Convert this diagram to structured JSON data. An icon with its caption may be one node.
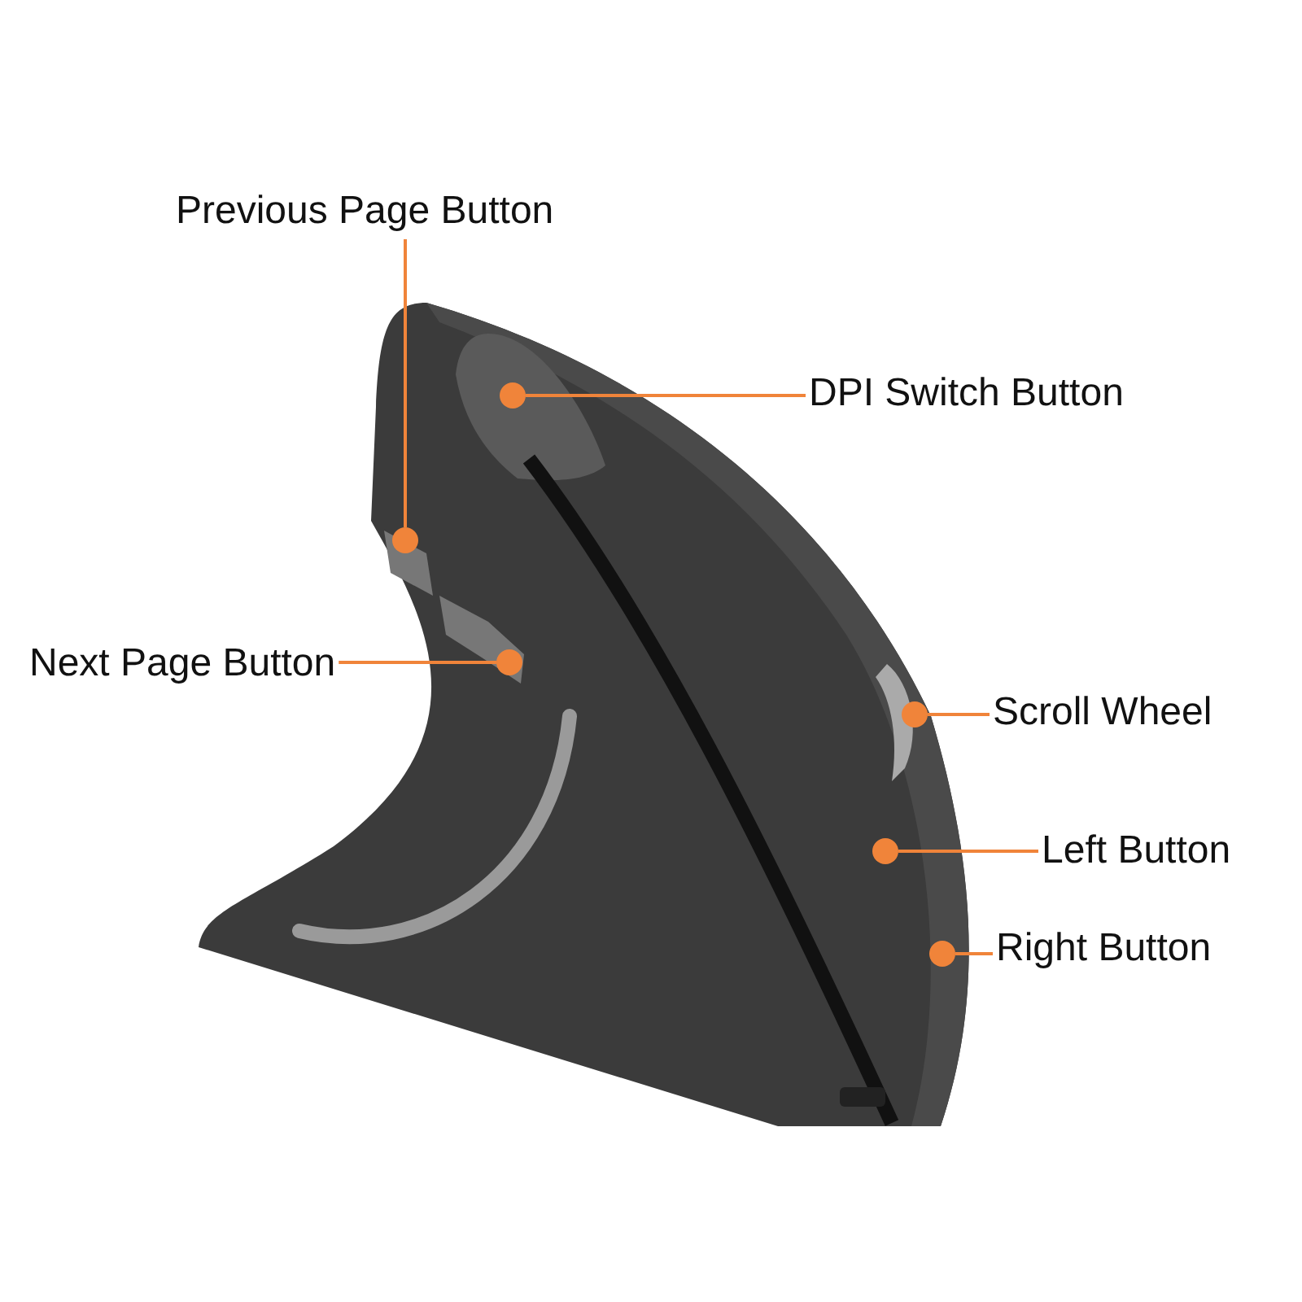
{
  "diagram": {
    "nodes": [
      {
        "text": [
          "Previous Page Button"
        ]
      },
      {
        "text": [
          "DPI Switch Button"
        ]
      },
      {
        "text": [
          "Next Page Button"
        ]
      },
      {
        "text": [
          "Scroll Wheel"
        ]
      },
      {
        "text": [
          "Left Button"
        ]
      },
      {
        "text": [
          "Right Button"
        ]
      },
      {
        "text": [],
        "shape": "circle"
      },
      {
        "text": [],
        "shape": "circle"
      },
      {
        "text": [],
        "shape": "circle"
      },
      {
        "text": [],
        "shape": "circle"
      },
      {
        "text": [],
        "shape": "circle"
      },
      {
        "text": [],
        "shape": "circle"
      }
    ],
    "edges": [
      {
        "from": 0,
        "to": 7,
        "arrow": "none"
      },
      {
        "from": 1,
        "to": 6,
        "arrow": "none"
      },
      {
        "from": 2,
        "to": 8,
        "arrow": "none"
      },
      {
        "from": 3,
        "to": 9,
        "arrow": "none"
      },
      {
        "from": 4,
        "to": 10,
        "arrow": "none"
      },
      {
        "from": 5,
        "to": 11,
        "arrow": "none"
      }
    ]
  }
}
